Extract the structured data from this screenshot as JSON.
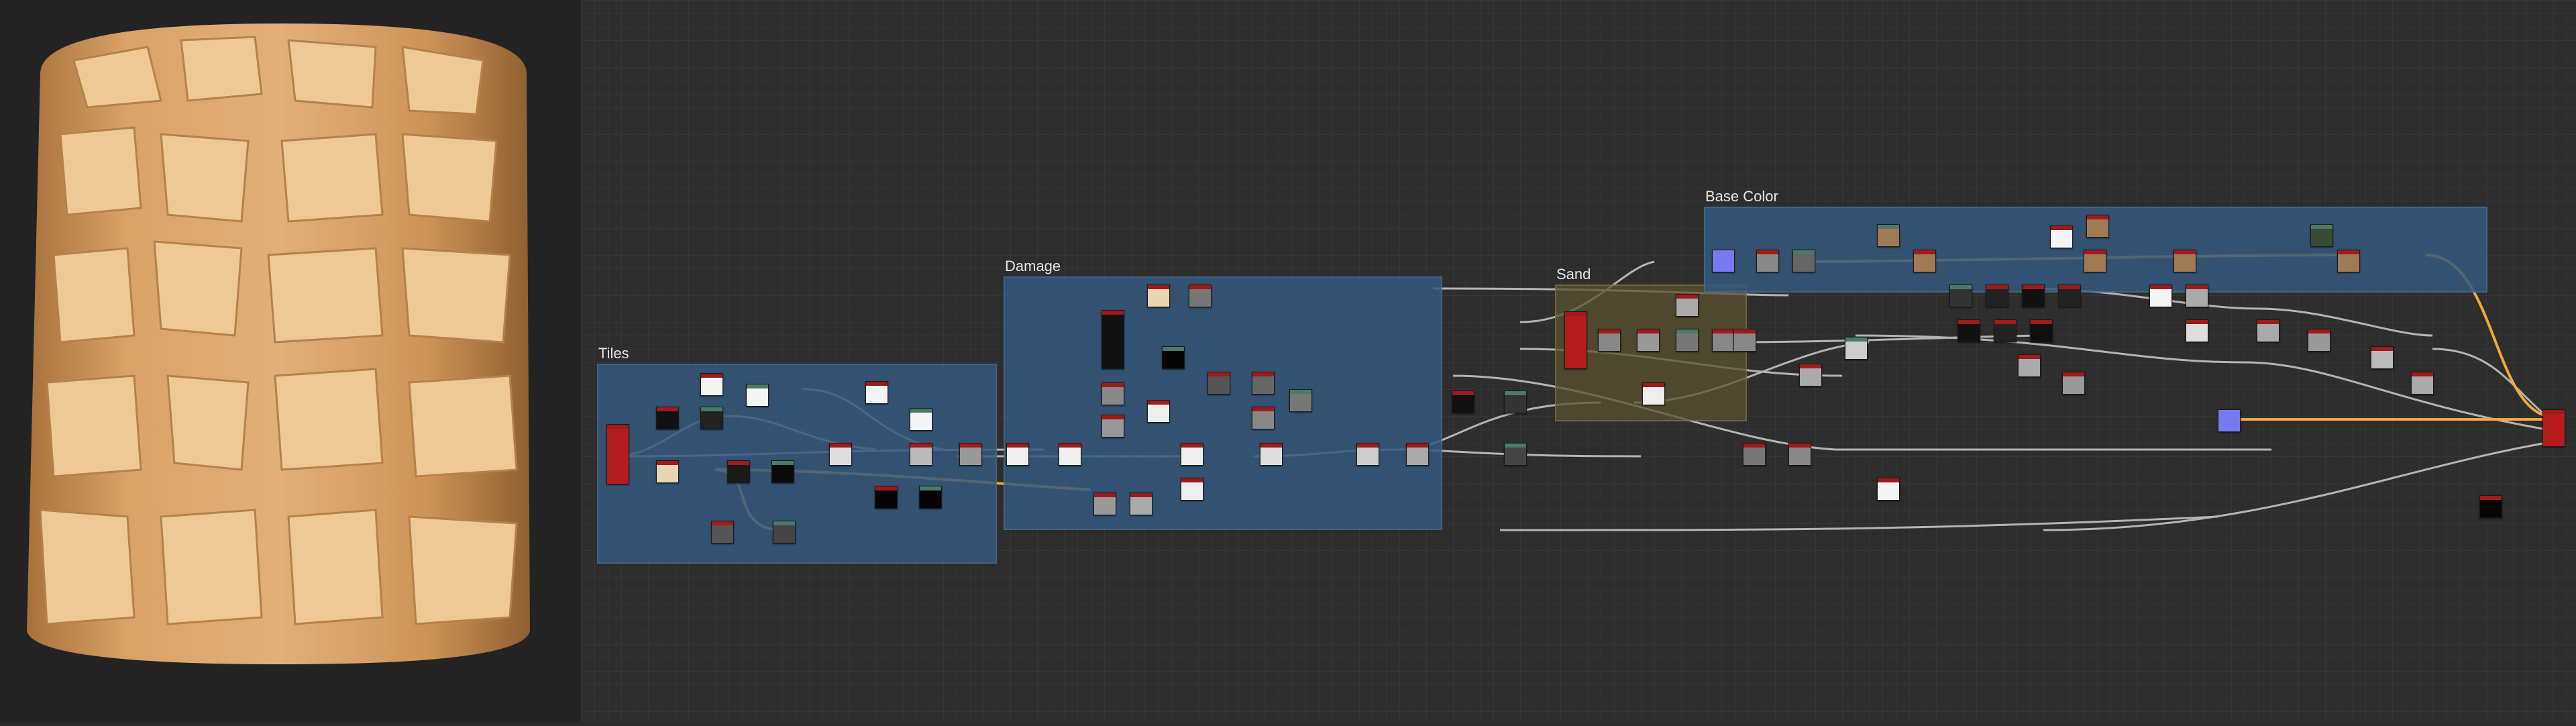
{
  "viewport": {
    "preview": "material-cylinder-preview"
  },
  "graph": {
    "frames": [
      {
        "id": "tiles",
        "title": "Tiles",
        "color": "#35597f"
      },
      {
        "id": "damage",
        "title": "Damage",
        "color": "#35597f"
      },
      {
        "id": "sand",
        "title": "Sand",
        "color": "#5a5230"
      },
      {
        "id": "base_color",
        "title": "Base Color",
        "color": "#35597f"
      }
    ],
    "colors": {
      "wire": "#b4b4b4",
      "wire_highlight": "#f2a93b",
      "node_header_red": "#a11a1a",
      "node_header_green": "#4a7a6a",
      "node_uniform_blue": "#7878f0",
      "node_tan": "#a07a55"
    }
  }
}
